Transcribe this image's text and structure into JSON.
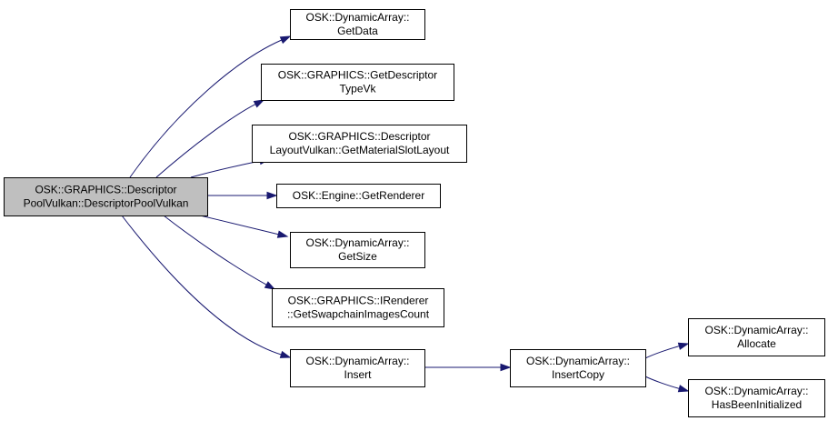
{
  "graph": {
    "colors": {
      "edge": "#191970",
      "root_fill": "#bfbfbf",
      "node_fill": "#ffffff",
      "border": "#000000"
    },
    "nodes": {
      "root": {
        "lines": [
          "OSK::GRAPHICS::Descriptor",
          "PoolVulkan::DescriptorPoolVulkan"
        ],
        "is_root": true
      },
      "getdata": {
        "lines": [
          "OSK::DynamicArray::",
          "GetData"
        ]
      },
      "getdescriptortypevk": {
        "lines": [
          "OSK::GRAPHICS::GetDescriptor",
          "TypeVk"
        ]
      },
      "getmaterialslotlayout": {
        "lines": [
          "OSK::GRAPHICS::Descriptor",
          "LayoutVulkan::GetMaterialSlotLayout"
        ]
      },
      "getrenderer": {
        "lines": [
          "OSK::Engine::GetRenderer"
        ]
      },
      "getsize": {
        "lines": [
          "OSK::DynamicArray::",
          "GetSize"
        ]
      },
      "getswapchainimagescount": {
        "lines": [
          "OSK::GRAPHICS::IRenderer",
          "::GetSwapchainImagesCount"
        ]
      },
      "insert": {
        "lines": [
          "OSK::DynamicArray::",
          "Insert"
        ]
      },
      "insertcopy": {
        "lines": [
          "OSK::DynamicArray::",
          "InsertCopy"
        ]
      },
      "allocate": {
        "lines": [
          "OSK::DynamicArray::",
          "Allocate"
        ]
      },
      "hasbeeninitialized": {
        "lines": [
          "OSK::DynamicArray::",
          "HasBeenInitialized"
        ]
      }
    },
    "edges": [
      [
        "root",
        "getdata"
      ],
      [
        "root",
        "getdescriptortypevk"
      ],
      [
        "root",
        "getmaterialslotlayout"
      ],
      [
        "root",
        "getrenderer"
      ],
      [
        "root",
        "getsize"
      ],
      [
        "root",
        "getswapchainimagescount"
      ],
      [
        "root",
        "insert"
      ],
      [
        "insert",
        "insertcopy"
      ],
      [
        "insertcopy",
        "allocate"
      ],
      [
        "insertcopy",
        "hasbeeninitialized"
      ]
    ]
  }
}
